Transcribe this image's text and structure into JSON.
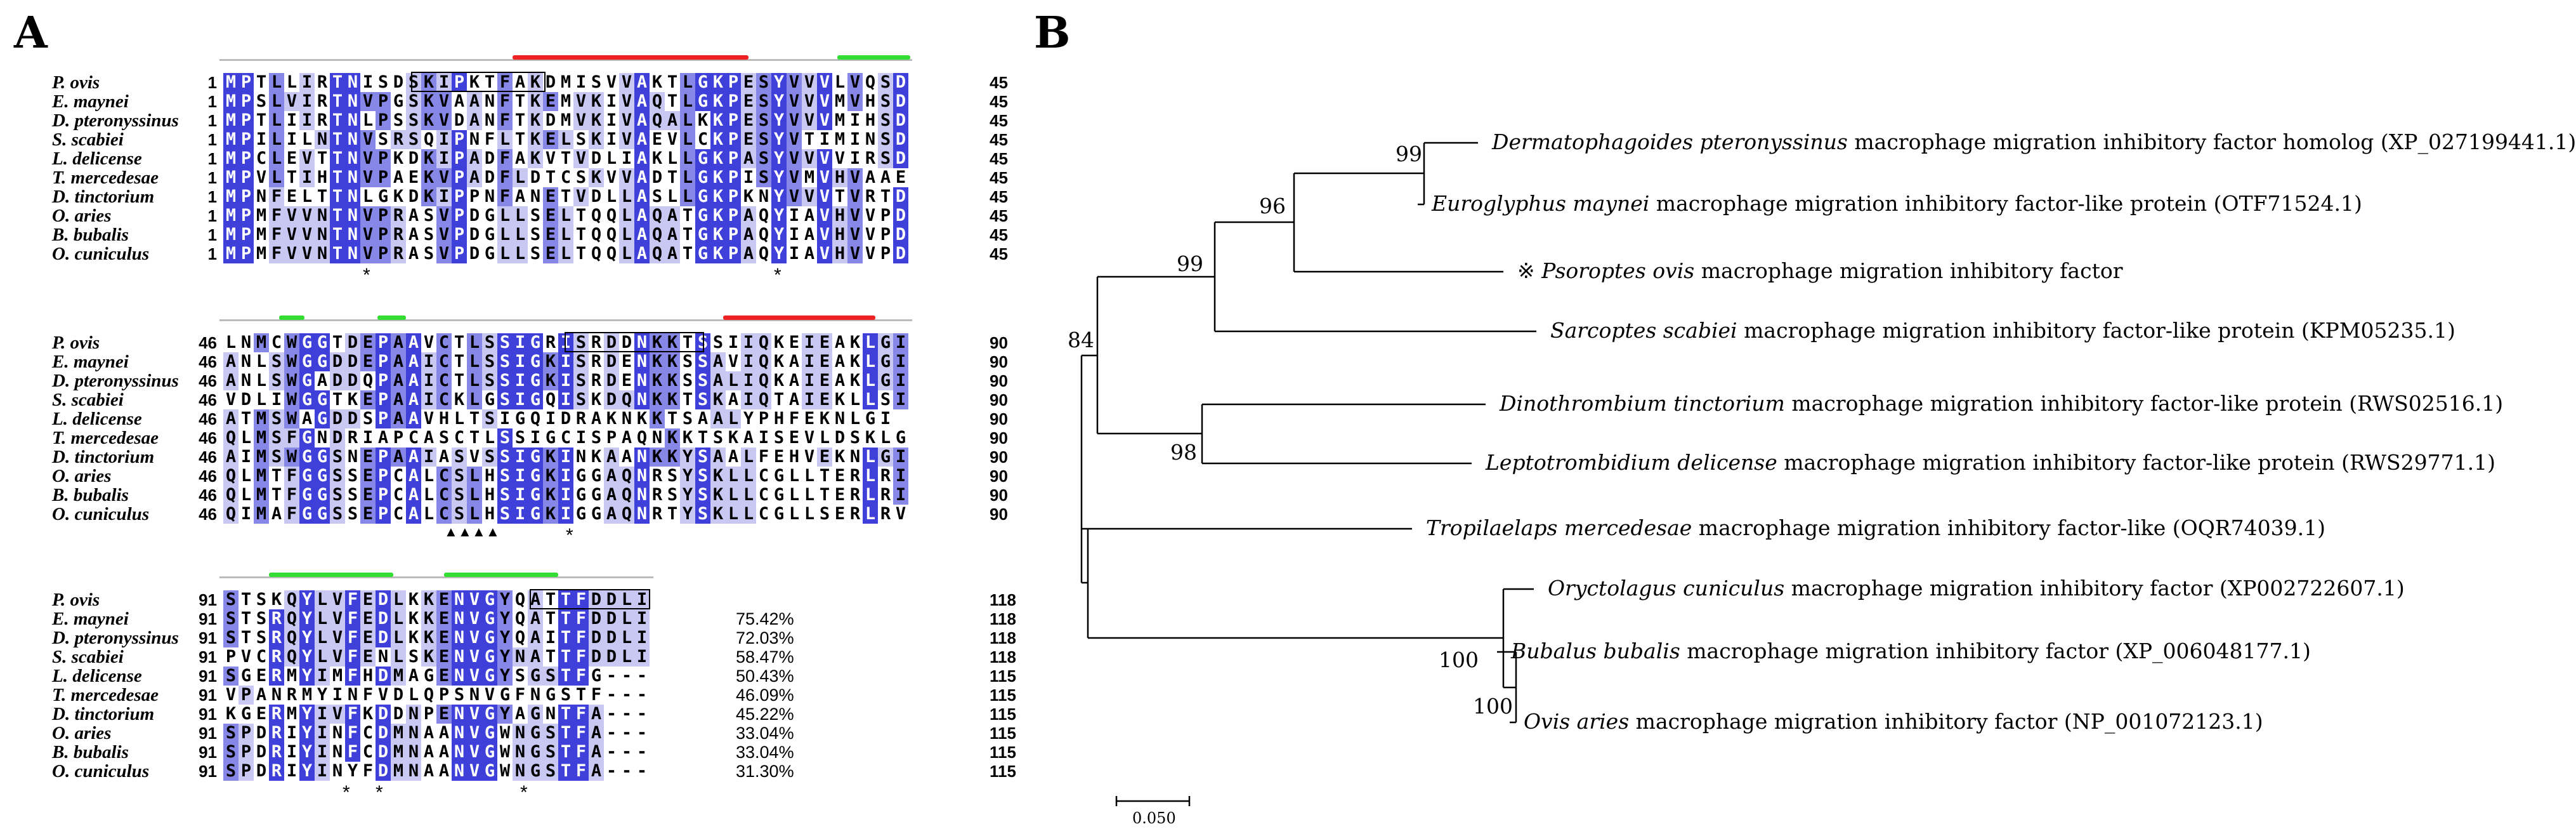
{
  "panel_a": {
    "letter": "A",
    "blocks": [
      {
        "start": 1,
        "end": [
          45,
          45,
          45,
          45,
          45,
          45,
          45,
          45,
          45,
          45
        ],
        "seqs": [
          "MPTLLIRTNISDSKIPKTFAKDMISVVAKTLGKPESYVVVLVQSD",
          "MPSLVIRTNVPGSKVAANFTKEMVKIVAQTLGKPESYVVVMVHSD",
          "MPTLIIRTNLPSSKVDANFTKDMVKIVAQALKKPESYVVVMIHSD",
          "MPILILNTNVSRSQIPNFLTKELSKIVAEVLCKPESYVTIMINSD",
          "MPCLEVTTNVPKDKIPADFAKVTVDLIAKLLGKPASYVVVVIRSD",
          "MPVLTIHTNVPAEKVPADFLDTCSKVVADTLGKPISYVMVHVAAE",
          "MPNFELTTNLGKDKIPPNFANETVDLLASLLGKPKNYVVVTVRTD",
          "MPMFVVNTNVPRASVPDGLLSELTQQLAQATGKPAQYIAVHVVPD",
          "MPMFVVNTNVPRASVPDGLLSELTQQLAQATGKPAQYIAVHVVPD",
          "MPMFVVNTNVPRASVPDGLLSELTQQLAQATGKPAQYIAVHVVPD"
        ]
      },
      {
        "start": 46,
        "end": [
          90,
          90,
          90,
          90,
          90,
          90,
          90,
          90,
          90,
          90
        ],
        "seqs": [
          "LNMCWGGTDEPAAVCTLSSIGRISRDDNKKTSSIIQKEIEAKLGI",
          "ANLSWGGDDEPAAICTLSSIGKISRDENKKSSAVIQKAIEAKLGI",
          "ANLSWGADDQPAAICTLSSIGKISRDENKKSSALIQKAIEAKLGI",
          "VDLIWGGTKEPAAICKLGSIGQISKDQNKKTSKAIQTAIEKLLSI",
          "ATMSWAGDDSPAAVHLTSIGQIDRAKNKKTSAALYPHFEKNLGI",
          "QLMSFGNDRIAPCASCTLSSIGCISPAQNKKTSKAISEVLDSKLG",
          "AIMSWGGSNEPAAIASVSSIGKINKAANKKYSAALFEHVEKNLGI",
          "QLMTFGGSSEPCALCSLHSIGKIGGAQNRSYSKLLCGLLTERLRI",
          "QLMTFGGSSEPCALCSLHSIGKIGGAQNRSYSKLLCGLLTERLRI",
          "QIMAFGGSSEPCALCSLHSIGKIGGAQNRTYSKLLCGLLSERLRV"
        ]
      },
      {
        "start": 91,
        "end": [
          118,
          118,
          118,
          118,
          115,
          115,
          115,
          115,
          115,
          115
        ],
        "seqs": [
          "STSKQYLVFEDLKKENVGYQATTFDDLI",
          "STSRQYLVFEDLKKENVGYQATTFDDLI",
          "STSRQYLVFEDLKKENVGYQAITFDDLI",
          "PVCRQYLVFENLSKENVGYNATTFDDLI",
          "SGERMYIMFHDMAGENVGYSGSTFG---",
          "VPANRMYINFVDLQPSNVGFNGSTF---",
          "KGERMYIVFKDDNPENVGYAGNTFA---",
          "SPDRIYINFCDMNAANVGWNGSTFA---",
          "SPDRIYINFCDMNAANVGWNGSTFA---",
          "SPDRIYINYFDMNAANVGWNGSTFA---"
        ]
      }
    ],
    "species": [
      "P. ovis",
      "E. maynei",
      "D. pteronyssinus",
      "S. scabiei",
      "L. delicense",
      "T. mercedesae",
      "D. tinctorium",
      "O. aries",
      "B. bubalis",
      "O. cuniculus"
    ],
    "identity": [
      "75.42%",
      "72.03%",
      "58.47%",
      "50.43%",
      "46.09%",
      "45.22%",
      "33.04%",
      "33.04%",
      "31.30%"
    ],
    "markers": {
      "star": "*",
      "triangle": "▲"
    }
  },
  "panel_b": {
    "letter": "B",
    "leaves": [
      {
        "species": "Dermatophagoides pteronyssinus",
        "desc": " macrophage migration inhibitory factor homolog  (XP_027199441.1)",
        "prefix": ""
      },
      {
        "species": "Euroglyphus maynei",
        "desc": " macrophage migration inhibitory factor-like protein (OTF71524.1)",
        "prefix": ""
      },
      {
        "species": "Psoroptes ovis",
        "desc": " macrophage migration inhibitory factor",
        "prefix": "※ "
      },
      {
        "species": "Sarcoptes scabiei",
        "desc": " macrophage migration inhibitory factor-like protein (KPM05235.1)",
        "prefix": ""
      },
      {
        "species": "Dinothrombium tinctorium",
        "desc": " macrophage migration inhibitory factor-like protein (RWS02516.1)",
        "prefix": ""
      },
      {
        "species": "Leptotrombidium delicense",
        "desc": " macrophage migration inhibitory factor-like protein (RWS29771.1)",
        "prefix": ""
      },
      {
        "species": "Tropilaelaps mercedesae",
        "desc": " macrophage migration inhibitory factor-like (OQR74039.1)",
        "prefix": ""
      },
      {
        "species": "Oryctolagus cuniculus",
        "desc": " macrophage migration inhibitory factor (XP002722607.1)",
        "prefix": ""
      },
      {
        "species": "Bubalus bubalis",
        "desc": " macrophage migration inhibitory factor (XP_006048177.1)",
        "prefix": ""
      },
      {
        "species": "Ovis aries",
        "desc": " macrophage migration inhibitory factor (NP_001072123.1)",
        "prefix": ""
      }
    ],
    "bootstrap": [
      "99",
      "96",
      "99",
      "84",
      "98",
      "100",
      "100"
    ],
    "scale": "0.050"
  }
}
